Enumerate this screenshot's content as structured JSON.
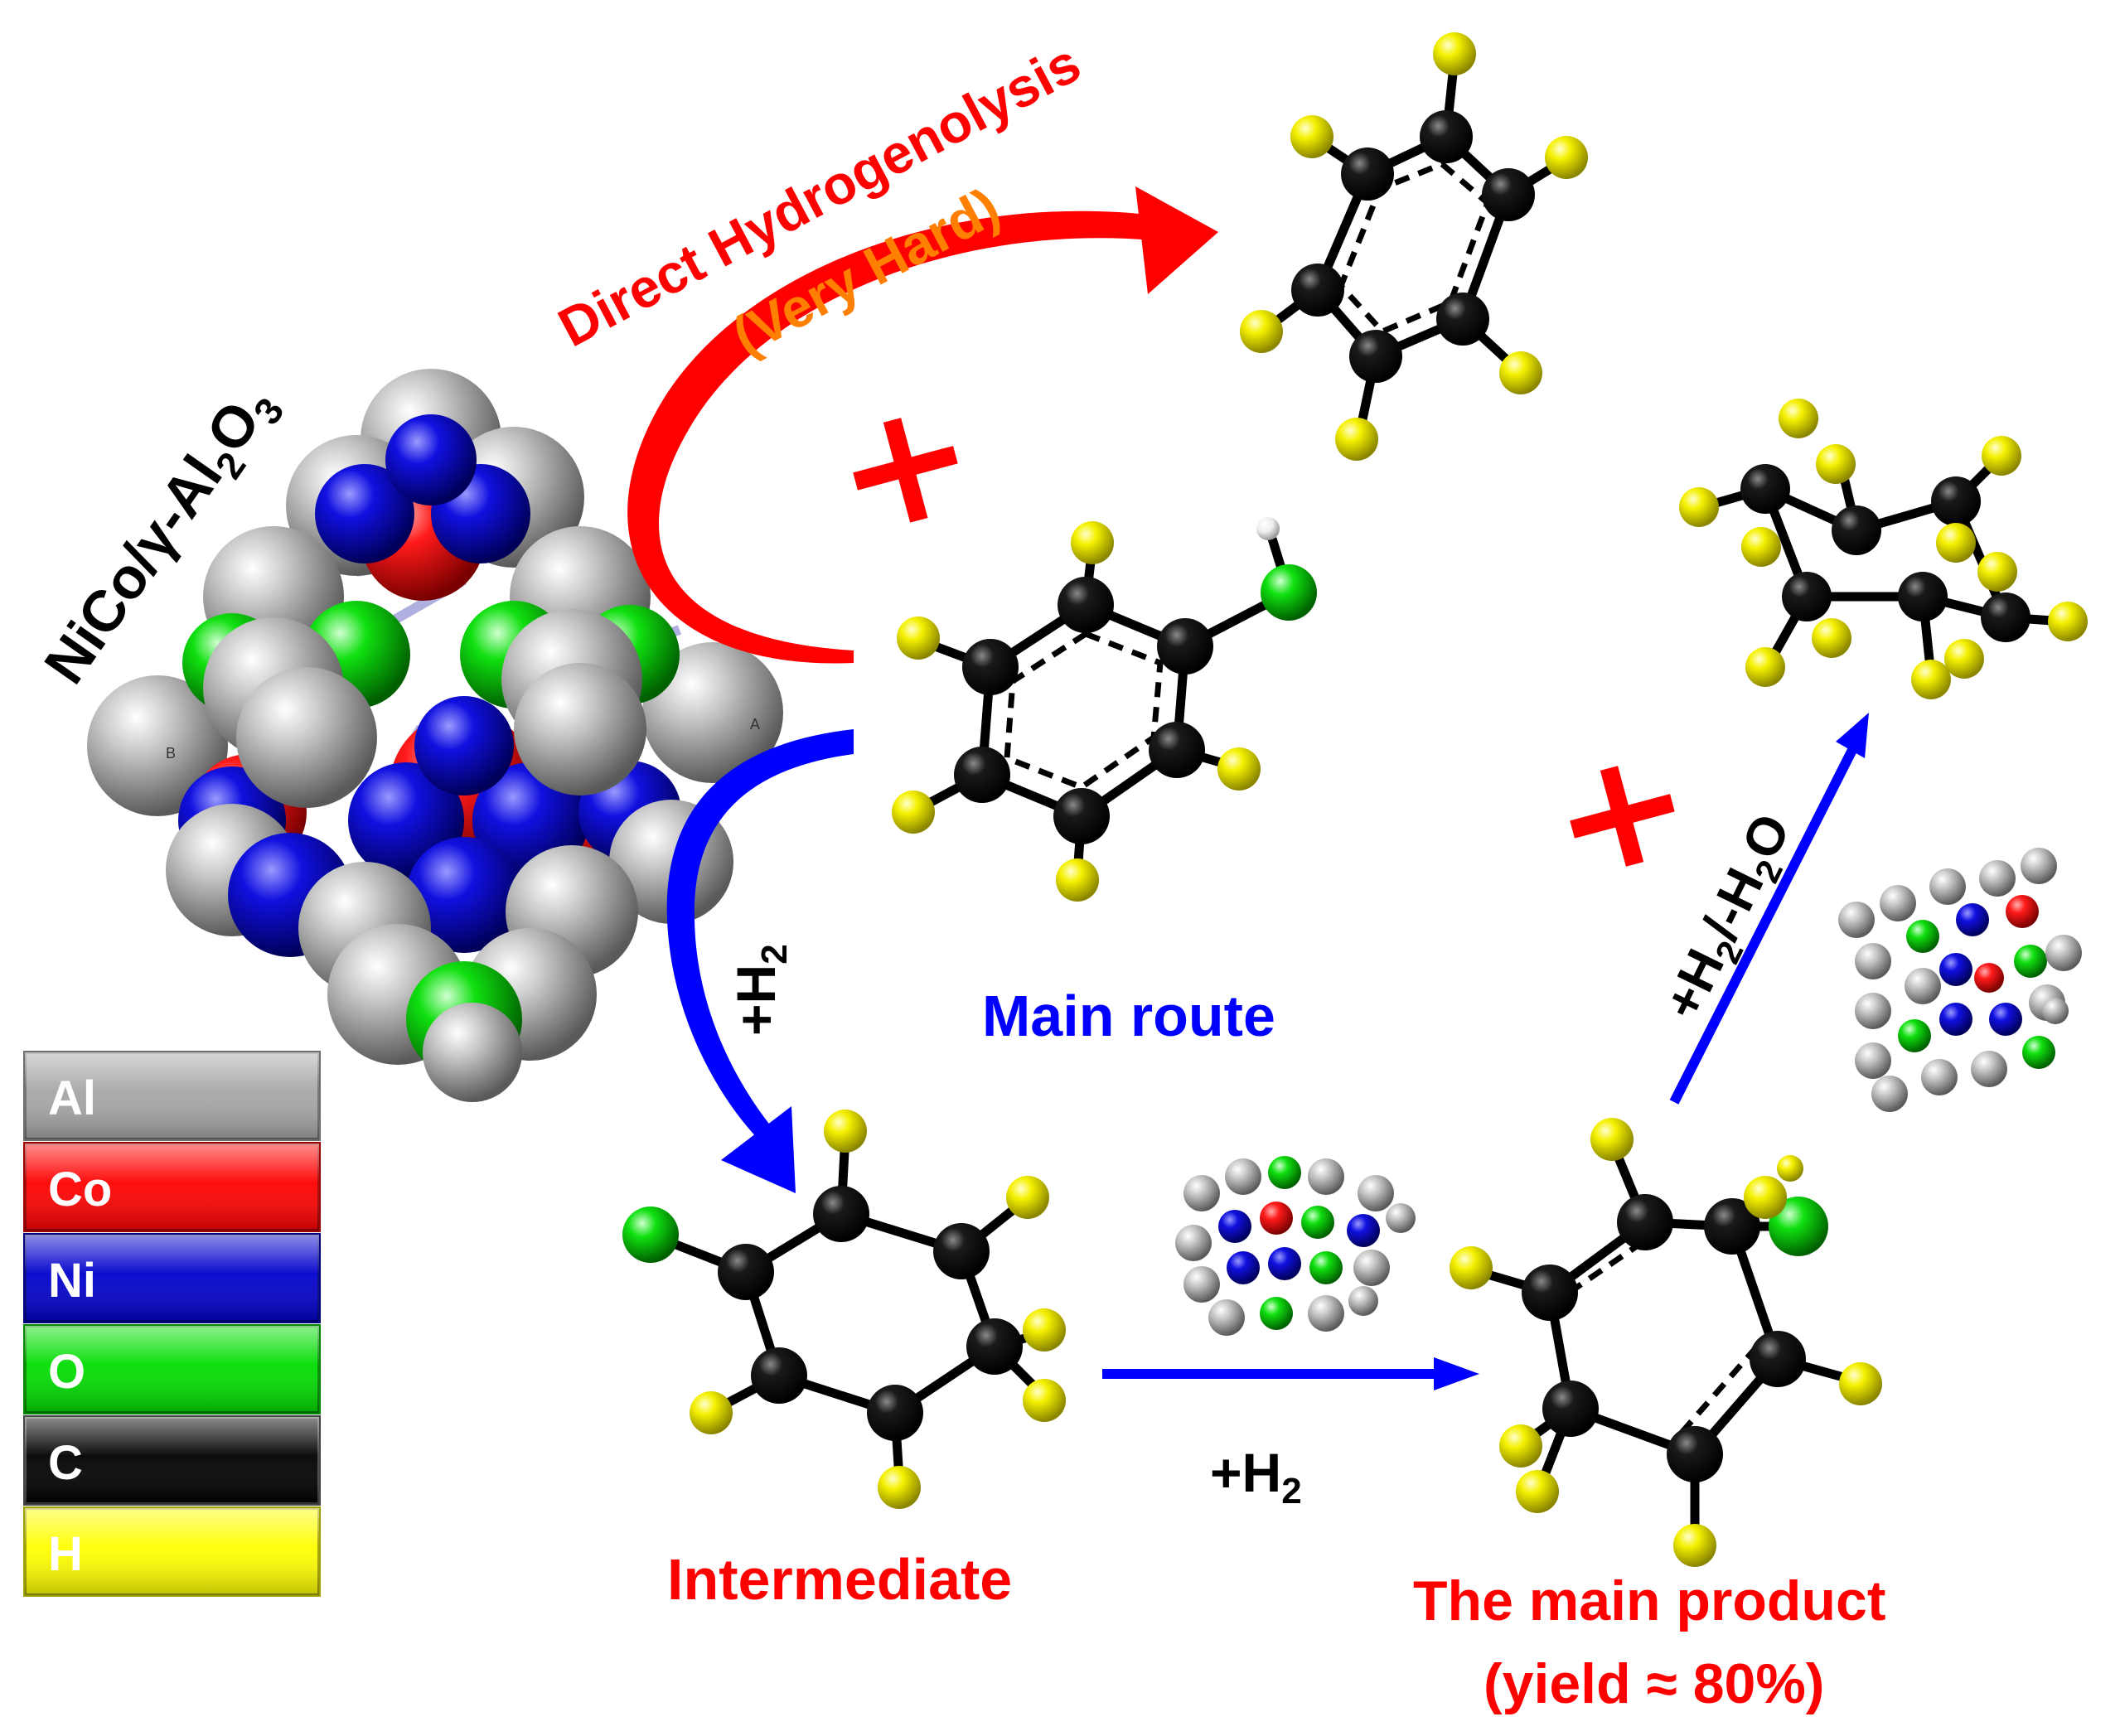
{
  "catalyst_label": {
    "main": "NiCo/γ-Al",
    "sub1": "2",
    "mid": "O",
    "sub2": "3"
  },
  "route_top": {
    "line1": "Direct Hydrogenolysis",
    "line2": "(Very Hard)"
  },
  "main_route": "Main route",
  "reagent_left": {
    "main": "+H",
    "sub": "2"
  },
  "reagent_bottom": {
    "main": "+H",
    "sub": "2"
  },
  "reagent_right": {
    "a": "+H",
    "sub1": "2",
    "b": "/-H",
    "sub2": "2",
    "c": "O"
  },
  "intermediate_label": "Intermediate",
  "product_label": {
    "line1": "The main product",
    "line2": "(yield ≈ 80%)"
  },
  "legend": [
    {
      "label": "Al",
      "color": "#a6a6a6"
    },
    {
      "label": "Co",
      "color": "#ff0000"
    },
    {
      "label": "Ni",
      "color": "#0000cc"
    },
    {
      "label": "O",
      "color": "#00dd00"
    },
    {
      "label": "C",
      "color": "#000000"
    },
    {
      "label": "H",
      "color": "#ffff00"
    }
  ],
  "colors": {
    "route_red": "#ff0000",
    "route_blue": "#0000ff",
    "orange": "#ff7f00",
    "bond": "#000000"
  },
  "cluster_tags": {
    "a": "A",
    "b": "B"
  }
}
